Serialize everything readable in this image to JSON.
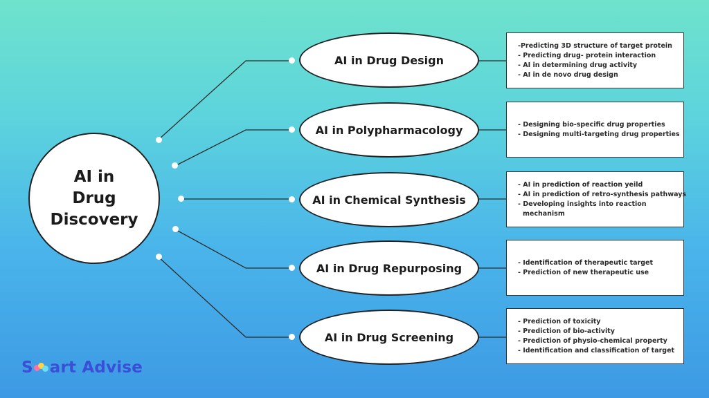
{
  "hub": {
    "lines": [
      "AI in",
      "Drug",
      "Discovery"
    ]
  },
  "branches": [
    {
      "title": "AI in Drug Design",
      "points": [
        "-Predicting 3D structure of target protein",
        "- Predicting drug- protein interaction",
        "- AI in determining drug activity",
        "- AI in de novo drug design"
      ]
    },
    {
      "title": "AI in Polypharmacology",
      "points": [
        "- Designing bio-specific drug properties",
        "- Designing multi-targeting drug properties"
      ]
    },
    {
      "title": "AI in Chemical Synthesis",
      "points": [
        "- AI in prediction of reaction yeild",
        "- AI in prediction of retro-synthesis pathways",
        "- Developing insights into reaction",
        "  mechanism"
      ]
    },
    {
      "title": "AI in Drug Repurposing",
      "points": [
        "- Identification of therapeutic target",
        "- Prediction of new therapeutic use"
      ]
    },
    {
      "title": "AI in Drug Screening",
      "points": [
        "- Prediction of toxicity",
        "- Prediction of bio-activity",
        "- Prediction of physio-chemical property",
        "- Identification and classification of target"
      ]
    }
  ],
  "logo": {
    "first": "S",
    "last": "art Advise"
  },
  "colors": {
    "logo": "#3a4ed6",
    "line": "#2a2a2a"
  }
}
